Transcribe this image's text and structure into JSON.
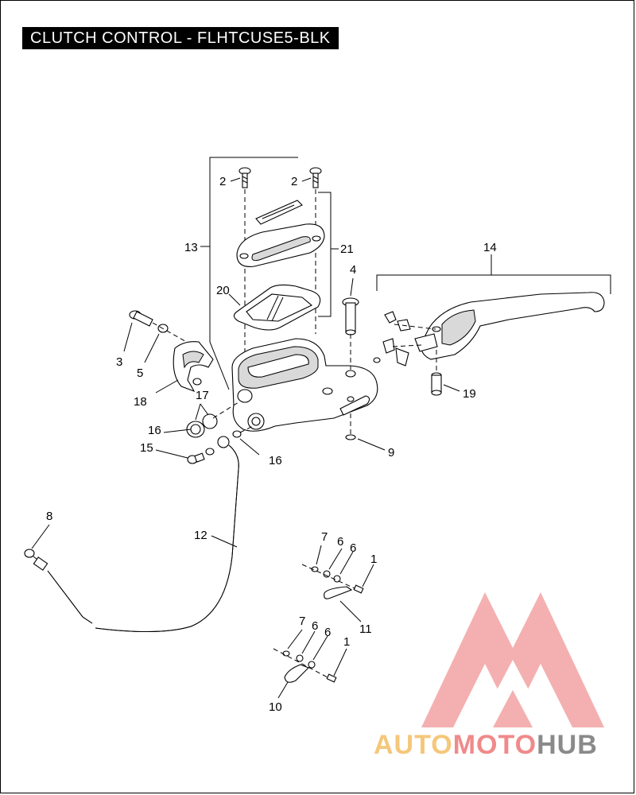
{
  "title": "CLUTCH CONTROL - FLHTCUSE5-BLK",
  "callouts": [
    "2",
    "2",
    "13",
    "21",
    "20",
    "4",
    "14",
    "3",
    "5",
    "18",
    "17",
    "16",
    "15",
    "16",
    "9",
    "19",
    "8",
    "12",
    "7",
    "6",
    "6",
    "1",
    "11",
    "7",
    "6",
    "6",
    "1",
    "10"
  ],
  "logo": {
    "word_part1": "AUTO",
    "word_part2": "MOTO",
    "word_part3": "HUB",
    "colors": {
      "auto": "#f5c77a",
      "moto": "#f08a8a",
      "hub": "#8a8a8a",
      "mark": "#f3a3a3"
    }
  }
}
